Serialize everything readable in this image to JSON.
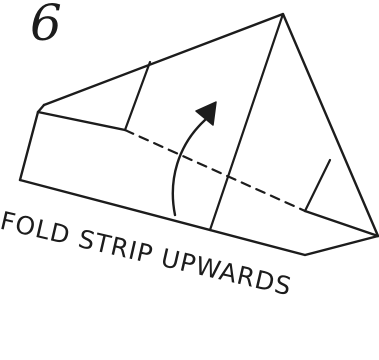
{
  "step": {
    "number": "6"
  },
  "caption": {
    "text": "FOLD STRIP UPWARDS"
  },
  "colors": {
    "ink": "#1c1c1c",
    "paper": "#ffffff"
  },
  "arrow": {
    "meaning": "fold-up",
    "direction": "up"
  }
}
